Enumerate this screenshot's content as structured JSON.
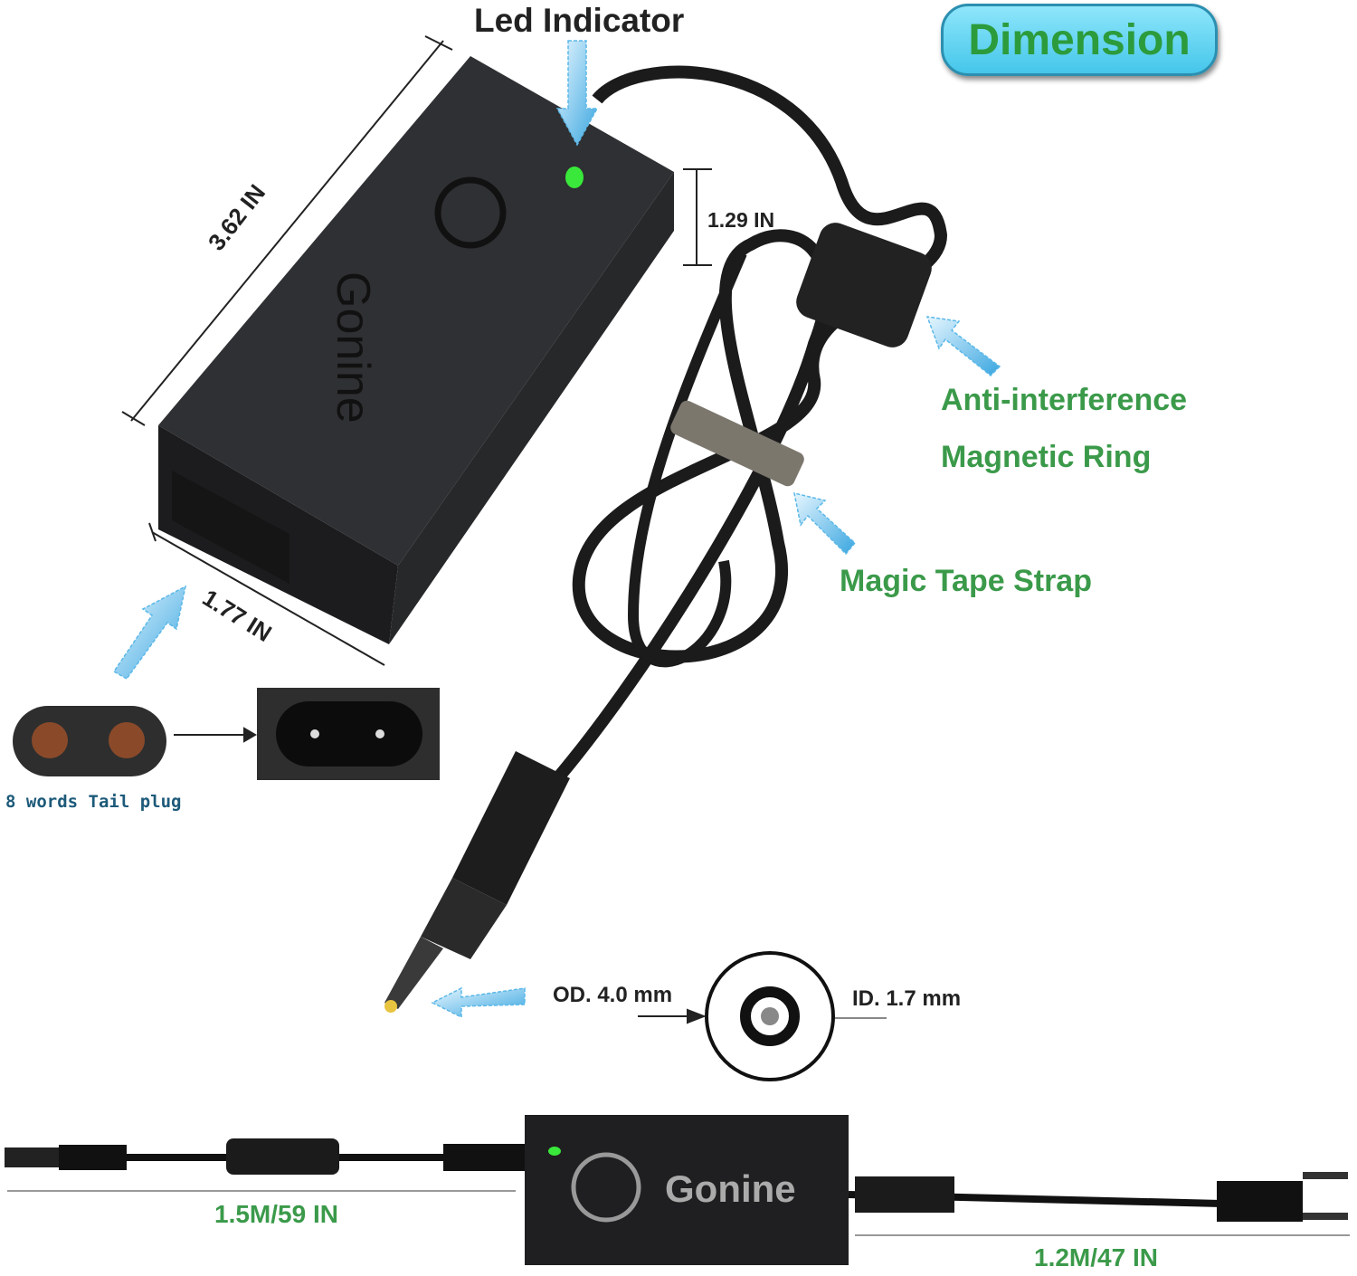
{
  "title": "Dimension",
  "labels": {
    "led_indicator": "Led Indicator",
    "length": "3.62 IN",
    "height": "1.29 IN",
    "width": "1.77 IN",
    "magnetic_ring_line1": "Anti-interference",
    "magnetic_ring_line2": "Magnetic Ring",
    "strap": "Magic Tape Strap",
    "tail_plug": "8 words Tail plug",
    "outer_diameter": "OD. 4.0 mm",
    "inner_diameter": "ID. 1.7 mm",
    "dc_cable_length": "1.5M/59 IN",
    "ac_cable_length": "1.2M/47 IN"
  },
  "brand": "Gonine",
  "colors": {
    "accent_green": "#3b9a4a",
    "badge": "#45c6ea",
    "led": "#39e83a",
    "arrow": "#5bb8e8"
  }
}
